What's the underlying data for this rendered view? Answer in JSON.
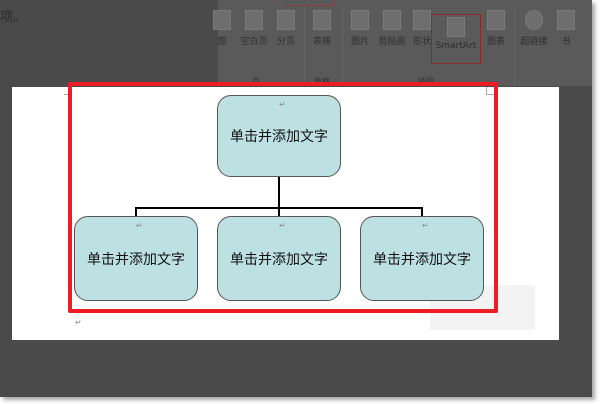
{
  "instruction_fragment": "项。",
  "ribbon": {
    "buttons": [
      {
        "label": "面",
        "icon": "cover-page-icon"
      },
      {
        "label": "空白页",
        "icon": "blank-page-icon"
      },
      {
        "label": "分页",
        "icon": "page-break-icon"
      },
      {
        "label": "表格",
        "icon": "table-icon"
      },
      {
        "label": "图片",
        "icon": "picture-icon"
      },
      {
        "label": "剪贴画",
        "icon": "clip-art-icon"
      },
      {
        "label": "形状",
        "icon": "shapes-icon"
      },
      {
        "label": "SmartArt",
        "icon": "smartart-icon"
      },
      {
        "label": "图表",
        "icon": "chart-icon"
      },
      {
        "label": "超链接",
        "icon": "hyperlink-icon"
      },
      {
        "label": "书",
        "icon": "bookmark-icon"
      }
    ],
    "groups": [
      "页",
      "表格",
      "插图"
    ]
  },
  "smartart": {
    "top": "单击并添加文字",
    "children": [
      "单击并添加文字",
      "单击并添加文字",
      "单击并添加文字"
    ],
    "fill": "#bde0e3",
    "highlight": "#ee1c25"
  },
  "paragraph_mark": "↵"
}
